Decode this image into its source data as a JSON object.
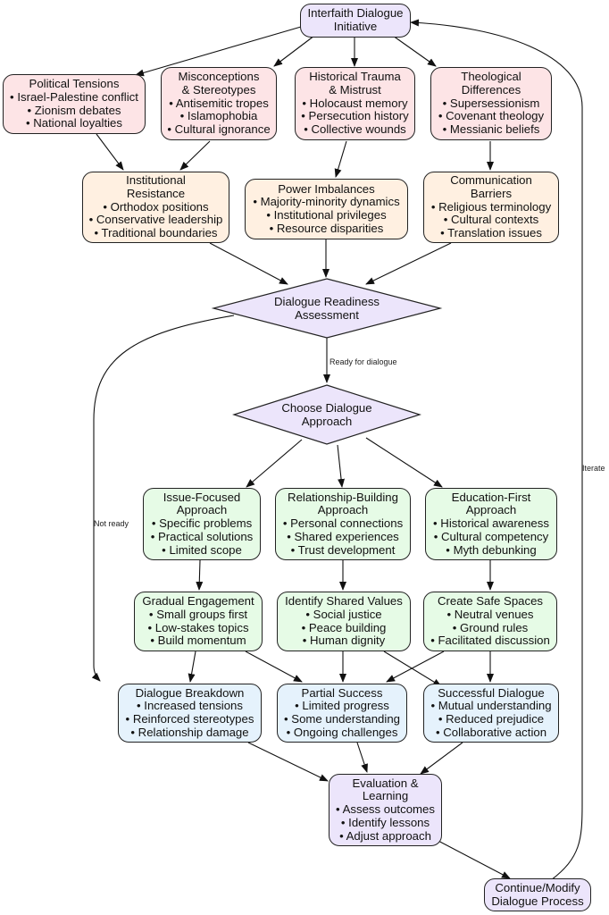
{
  "colors": {
    "purple": "#ece5fb",
    "pink": "#fde4e6",
    "peach": "#fff0e1",
    "green": "#e6fbe6",
    "blue": "#e5f2fc",
    "stroke": "#222222"
  },
  "nodes": {
    "start": [
      "Interfaith Dialogue",
      "Initiative"
    ],
    "political": [
      "Political Tensions",
      "• Israel-Palestine conflict",
      "• Zionism debates",
      "• National loyalties"
    ],
    "misconceptions": [
      "Misconceptions",
      "& Stereotypes",
      "• Antisemitic tropes",
      "• Islamophobia",
      "• Cultural ignorance"
    ],
    "trauma": [
      "Historical Trauma",
      "& Mistrust",
      "• Holocaust memory",
      "• Persecution history",
      "• Collective wounds"
    ],
    "theological": [
      "Theological",
      "Differences",
      "• Supersessionism",
      "• Covenant theology",
      "• Messianic beliefs"
    ],
    "institutional": [
      "Institutional",
      "Resistance",
      "• Orthodox positions",
      "• Conservative leadership",
      "• Traditional boundaries"
    ],
    "power": [
      "Power Imbalances",
      "• Majority-minority dynamics",
      "• Institutional privileges",
      "• Resource disparities"
    ],
    "communication": [
      "Communication",
      "Barriers",
      "• Religious terminology",
      "• Cultural contexts",
      "• Translation issues"
    ],
    "readiness": [
      "Dialogue Readiness",
      "Assessment"
    ],
    "choose": [
      "Choose Dialogue",
      "Approach"
    ],
    "issue": [
      "Issue-Focused",
      "Approach",
      "• Specific problems",
      "• Practical solutions",
      "• Limited scope"
    ],
    "relationship": [
      "Relationship-Building",
      "Approach",
      "• Personal connections",
      "• Shared experiences",
      "• Trust development"
    ],
    "education": [
      "Education-First",
      "Approach",
      "• Historical awareness",
      "• Cultural competency",
      "• Myth debunking"
    ],
    "gradual": [
      "Gradual Engagement",
      "• Small groups first",
      "• Low-stakes topics",
      "• Build momentum"
    ],
    "shared": [
      "Identify Shared Values",
      "• Social justice",
      "• Peace building",
      "• Human dignity"
    ],
    "safe": [
      "Create Safe Spaces",
      "• Neutral venues",
      "• Ground rules",
      "• Facilitated discussion"
    ],
    "breakdown": [
      "Dialogue Breakdown",
      "• Increased tensions",
      "• Reinforced stereotypes",
      "• Relationship damage"
    ],
    "partial": [
      "Partial Success",
      "• Limited progress",
      "• Some understanding",
      "• Ongoing challenges"
    ],
    "successful": [
      "Successful Dialogue",
      "• Mutual understanding",
      "• Reduced prejudice",
      "• Collaborative action"
    ],
    "evaluation": [
      "Evaluation &",
      "Learning",
      "• Assess outcomes",
      "• Identify lessons",
      "• Adjust approach"
    ],
    "continue": [
      "Continue/Modify",
      "Dialogue Process"
    ]
  },
  "edge_labels": {
    "ready": "Ready for dialogue",
    "not_ready": "Not ready",
    "iterate": "Iterate"
  }
}
